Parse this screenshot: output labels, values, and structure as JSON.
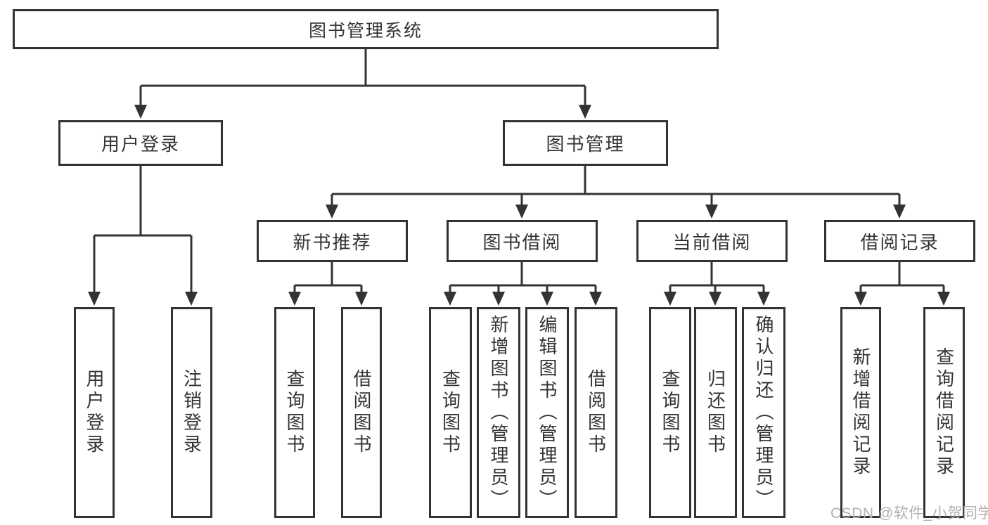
{
  "root": {
    "label": "图书管理系统"
  },
  "user_login": {
    "label": "用户登录",
    "children": [
      {
        "label": "用户登录"
      },
      {
        "label": "注销登录"
      }
    ]
  },
  "book_management": {
    "label": "图书管理",
    "sections": [
      {
        "label": "新书推荐",
        "children": [
          {
            "label": "查询图书"
          },
          {
            "label": "借阅图书"
          }
        ]
      },
      {
        "label": "图书借阅",
        "children": [
          {
            "label": "查询图书"
          },
          {
            "label": "新增图书（管理员）"
          },
          {
            "label": "编辑图书（管理员）"
          },
          {
            "label": "借阅图书"
          }
        ]
      },
      {
        "label": "当前借阅",
        "children": [
          {
            "label": "查询图书"
          },
          {
            "label": "归还图书"
          },
          {
            "label": "确认归还（管理员）"
          }
        ]
      },
      {
        "label": "借阅记录",
        "children": [
          {
            "label": "新增借阅记录"
          },
          {
            "label": "查询借阅记录"
          }
        ]
      }
    ]
  },
  "watermark": "CSDN @软件_小贺同学",
  "colors": {
    "line": "#333333",
    "watermark": "#b2b2b2",
    "background": "#ffffff"
  }
}
